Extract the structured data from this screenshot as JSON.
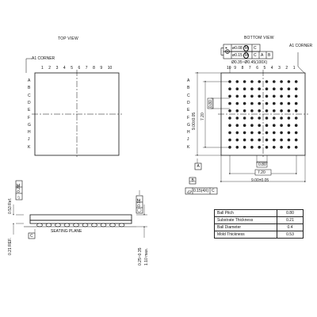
{
  "top_view": {
    "title": "TOP VIEW",
    "corner_label": "A1 CORNER",
    "column_labels": [
      "1",
      "2",
      "3",
      "4",
      "5",
      "6",
      "7",
      "8",
      "9",
      "10"
    ],
    "row_labels": [
      "A",
      "B",
      "C",
      "D",
      "E",
      "F",
      "G",
      "H",
      "J",
      "K"
    ]
  },
  "bottom_view": {
    "title": "BOTTOM VIEW",
    "corner_label": "A1 CORNER",
    "column_labels": [
      "10",
      "9",
      "8",
      "7",
      "6",
      "5",
      "4",
      "3",
      "2",
      "1"
    ],
    "row_labels": [
      "A",
      "B",
      "C",
      "D",
      "E",
      "F",
      "G",
      "H",
      "J",
      "K"
    ],
    "tolerance_1": "0.08",
    "tolerance_1_ref": "C",
    "tolerance_2": "0.15",
    "tolerance_2_refs": [
      "C",
      "A",
      "B"
    ],
    "ball_dia_note": "Ø0.35~Ø0.45(100X)",
    "dim_pitch_v": "0.80",
    "dim_inner_v": "7.20",
    "dim_outer_v": "9.00±0.05",
    "dim_pitch_h": "0.80",
    "dim_inner_h": "7.20",
    "dim_outer_h": "9.00±0.05",
    "datum_a": "A",
    "datum_b": "B",
    "flatness": "0.15(4X)",
    "flatness_ref": "C"
  },
  "side_view": {
    "seating_plane": "SEATING PLANE",
    "datum_c": "C",
    "dim_top": "0.53 Ref.",
    "dim_top_tol": "0.20",
    "dim_top_ref": "C",
    "dim_bottom": "0.21 REF.",
    "dim_right": "0.12",
    "dim_right_ref": "C",
    "dim_ball": "0.25~0.35",
    "dim_max": "1.10 max."
  },
  "spec_table": {
    "rows": [
      {
        "label": "Ball Pitch",
        "value": "0.80"
      },
      {
        "label": "Substrate Thickness",
        "value": "0.21"
      },
      {
        "label": "Ball Diameter",
        "value": "0.4"
      },
      {
        "label": "Mold Thickness",
        "value": "0.53"
      }
    ]
  }
}
